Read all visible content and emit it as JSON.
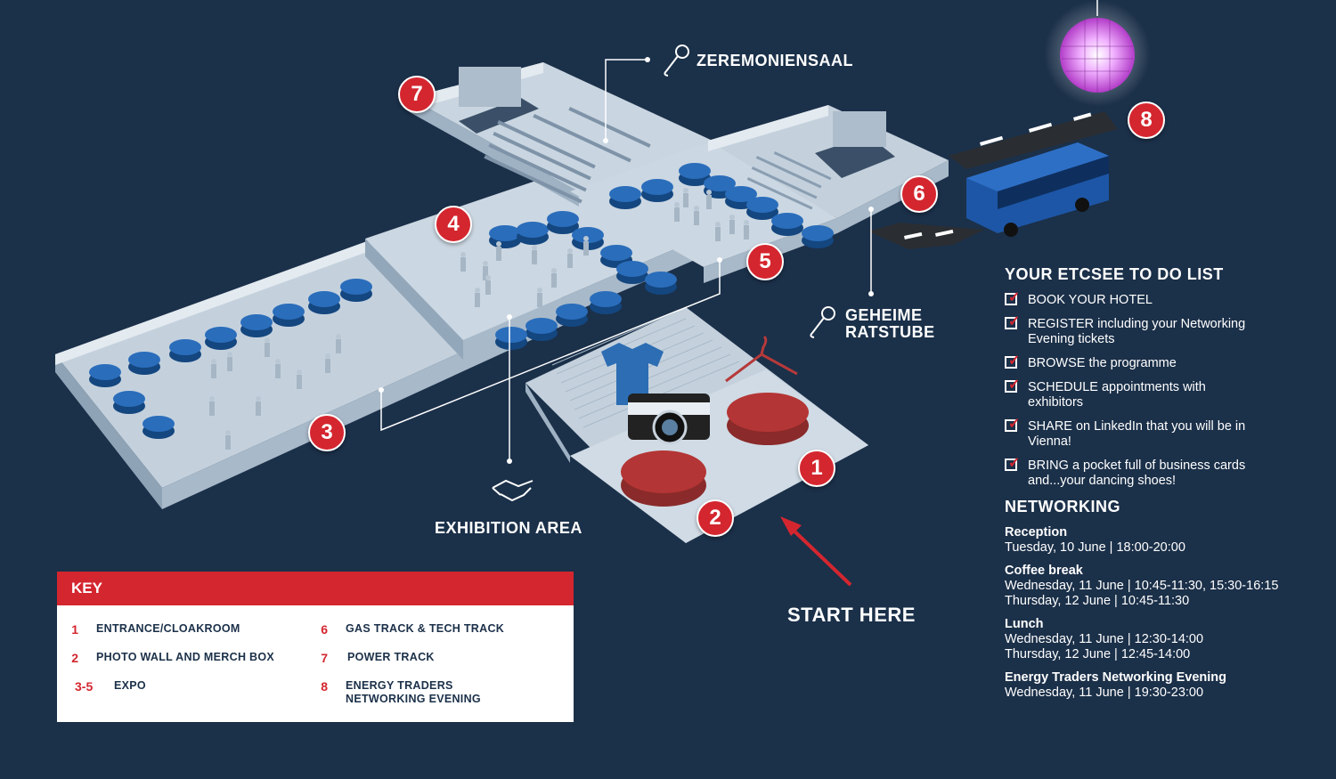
{
  "labels": {
    "zeremoniensaal": "ZEREMONIENSAAL",
    "geheime_1": "GEHEIME",
    "geheime_2": "RATSTUBE",
    "exhibition": "EXHIBITION AREA",
    "start": "START HERE"
  },
  "markers": [
    "1",
    "2",
    "3",
    "4",
    "5",
    "6",
    "7",
    "8"
  ],
  "todo": {
    "title": "YOUR ETCSEE TO DO LIST",
    "items": [
      {
        "line1": "BOOK YOUR HOTEL",
        "line2": ""
      },
      {
        "line1": "REGISTER including your Networking",
        "line2": "Evening tickets"
      },
      {
        "line1": "BROWSE the programme",
        "line2": ""
      },
      {
        "line1": "SCHEDULE appointments with",
        "line2": "exhibitors"
      },
      {
        "line1": "SHARE on LinkedIn that you will be in",
        "line2": "Vienna!"
      },
      {
        "line1": "BRING a pocket full of business cards",
        "line2": "and...your dancing shoes!"
      }
    ]
  },
  "networking": {
    "title": "NETWORKING",
    "blocks": [
      {
        "name": "Reception",
        "lines": [
          "Tuesday, 10 June | 18:00-20:00",
          ""
        ]
      },
      {
        "name": "Coffee break",
        "lines": [
          "Wednesday, 11 June | 10:45-11:30, 15:30-16:15",
          "Thursday, 12 June | 10:45-11:30"
        ]
      },
      {
        "name": "Lunch",
        "lines": [
          "Wednesday, 11 June | 12:30-14:00",
          "Thursday, 12 June | 12:45-14:00"
        ]
      },
      {
        "name": "Energy Traders Networking Evening",
        "lines": [
          "Wednesday, 11 June | 19:30-23:00",
          ""
        ]
      }
    ]
  },
  "key": {
    "title": "KEY",
    "items": [
      {
        "num": "1",
        "line1": "ENTRANCE/CLOAKROOM",
        "line2": ""
      },
      {
        "num": "2",
        "line1": "PHOTO WALL AND MERCH BOX",
        "line2": ""
      },
      {
        "num": "3-5",
        "line1": "EXPO",
        "line2": ""
      },
      {
        "num": "6",
        "line1": "GAS TRACK & TECH TRACK",
        "line2": ""
      },
      {
        "num": "7",
        "line1": "POWER TRACK",
        "line2": ""
      },
      {
        "num": "8",
        "line1": "ENERGY TRADERS",
        "line2": "NETWORKING EVENING"
      }
    ]
  },
  "colors": {
    "background": "#1b3049",
    "accent_red": "#d4262f",
    "floor": "#c4d1dd",
    "wall": "#9fb2c4",
    "table_blue": "#1f5fa6",
    "white": "#ffffff"
  },
  "icons": [
    "microphone-icon",
    "handshake-icon",
    "check-icon",
    "disco-ball-icon",
    "bus-icon",
    "camera-icon",
    "tshirt-icon",
    "hanger-icon",
    "arrow-icon"
  ]
}
